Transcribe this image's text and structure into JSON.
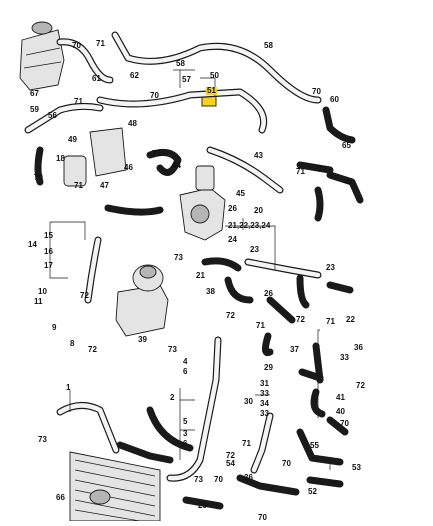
{
  "callouts": {
    "c1": "1",
    "c2": "2",
    "c3": "3",
    "c4": "4",
    "c5": "5",
    "c6": "6",
    "c8": "8",
    "c9": "9",
    "c10": "10",
    "c11": "11",
    "c14": "14",
    "c15": "15",
    "c16": "16",
    "c17": "17",
    "c18": "18",
    "c20": "20",
    "c21_22_23_24": "21,22,23,24",
    "c21": "21",
    "c22": "22",
    "c23": "23",
    "c24": "24",
    "c26": "26",
    "c29": "29",
    "c30": "30",
    "c31": "31",
    "c33": "33",
    "c34": "34",
    "c36": "36",
    "c37": "37",
    "c38": "38",
    "c39": "39",
    "c40": "40",
    "c41": "41",
    "c42": "42",
    "c43": "43",
    "c44": "44",
    "c45": "45",
    "c46": "46",
    "c47": "47",
    "c48": "48",
    "c49": "49",
    "c50": "50",
    "c51": "51",
    "c52": "52",
    "c53": "53",
    "c54": "54",
    "c55": "55",
    "c56": "56",
    "c57": "57",
    "c58": "58",
    "c59": "59",
    "c60": "60",
    "c61": "61",
    "c62": "62",
    "c65": "65",
    "c66": "66",
    "c67": "67",
    "c70": "70",
    "c71": "71",
    "c72": "72",
    "c73": "73"
  },
  "highlight_color": "#f7d21a",
  "line_color": "#1a1a1a",
  "part_fill": "#e4e4e4"
}
